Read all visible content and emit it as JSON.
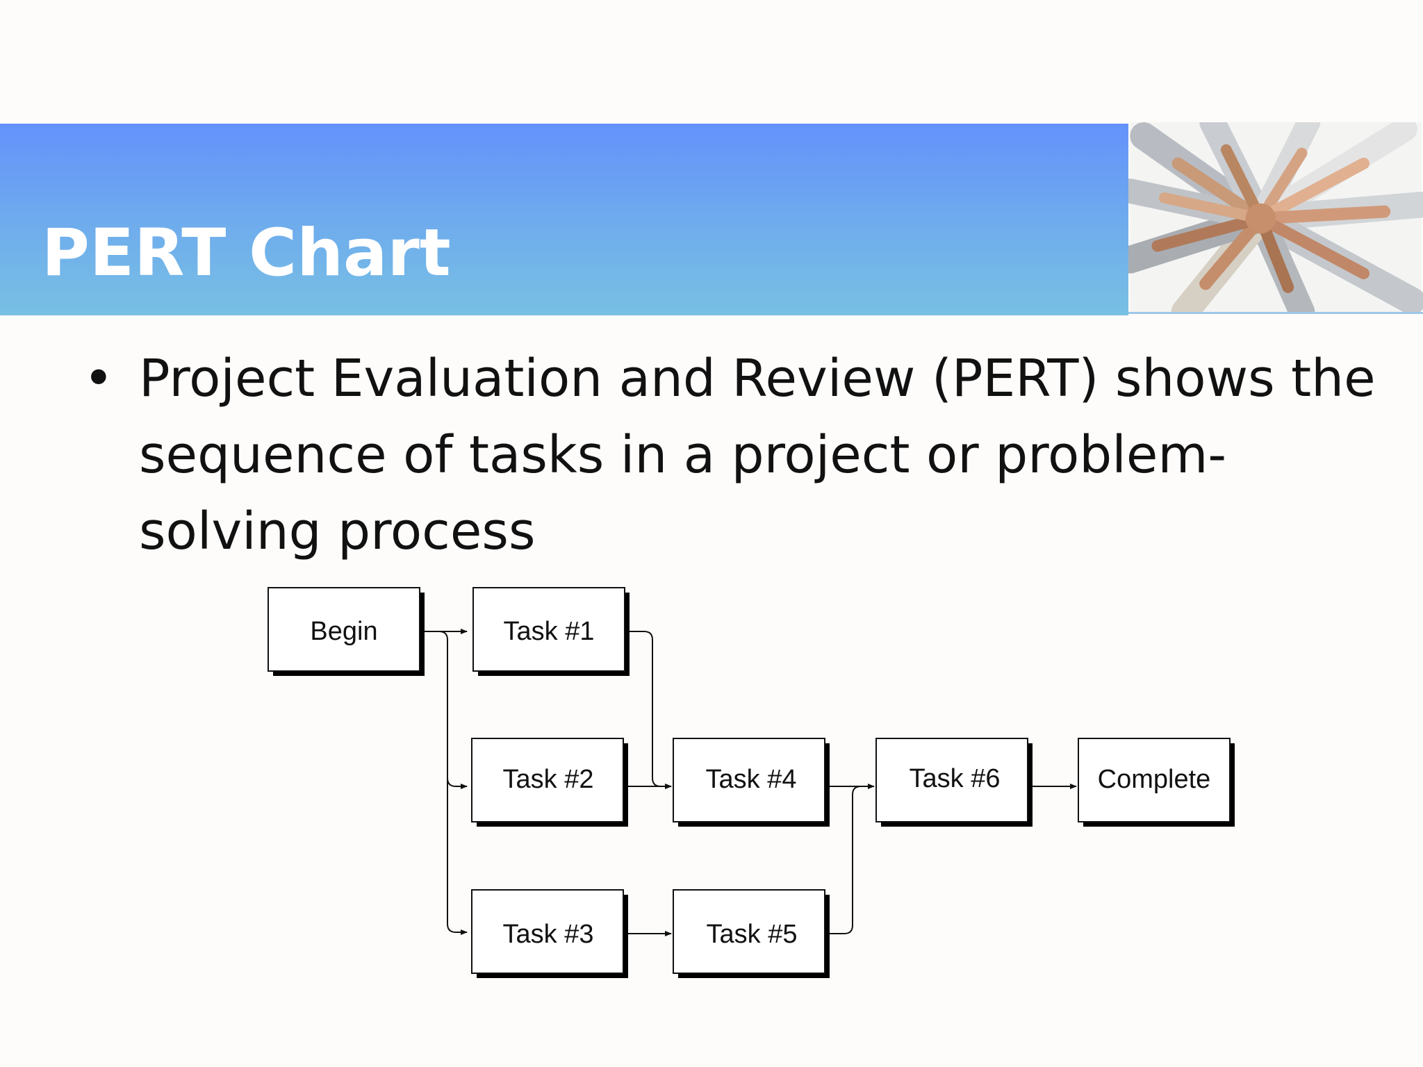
{
  "slide": {
    "title": "PERT Chart",
    "bullet": "Project Evaluation and Review (PERT) shows the sequence of tasks in a project or problem-solving process"
  },
  "photo": {
    "icon": "team-hands-photo"
  },
  "colors": {
    "band_top": "#6492fb",
    "band_bottom": "#78c0e4",
    "title_text": "#ffffff",
    "node_border": "#111111",
    "node_shadow": "#000000"
  },
  "diagram": {
    "nodes": [
      {
        "id": "begin",
        "label": "Begin"
      },
      {
        "id": "task1",
        "label": "Task #1"
      },
      {
        "id": "task2",
        "label": "Task #2"
      },
      {
        "id": "task3",
        "label": "Task #3"
      },
      {
        "id": "task4",
        "label": "Task #4"
      },
      {
        "id": "task5",
        "label": "Task #5"
      },
      {
        "id": "task6",
        "label": "Task #6"
      },
      {
        "id": "complete",
        "label": "Complete"
      }
    ],
    "edges": [
      [
        "begin",
        "task1"
      ],
      [
        "begin",
        "task2"
      ],
      [
        "begin",
        "task3"
      ],
      [
        "task1",
        "task4"
      ],
      [
        "task2",
        "task4"
      ],
      [
        "task3",
        "task5"
      ],
      [
        "task4",
        "task6"
      ],
      [
        "task5",
        "task6"
      ],
      [
        "task6",
        "complete"
      ]
    ]
  }
}
